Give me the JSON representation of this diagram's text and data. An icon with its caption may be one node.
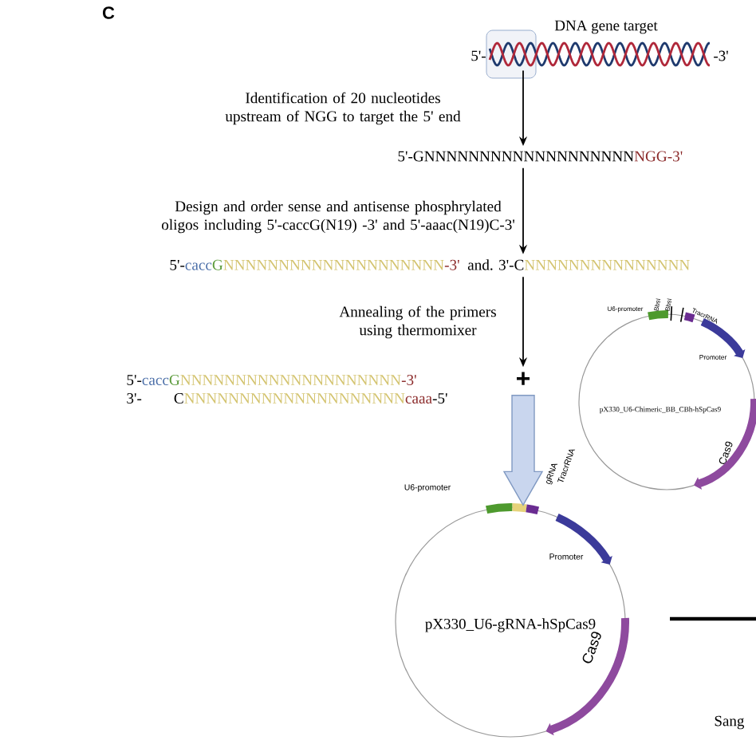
{
  "diagram": {
    "nodes": [
      {
        "text": [],
        "shape": "picture",
        "beside": [
          "DNA gene target",
          "5'-",
          "-3'"
        ]
      },
      {
        "text": [
          "5'-GNNNNNNNNNNNNNNNNNNN",
          "NGG-3'"
        ]
      },
      {
        "text": [
          "5'-",
          "cacc",
          "G",
          "NNNNNNNNNNNNNNNNNNNN",
          "-3'",
          "and. 3'-C",
          "NNNNNNNNNNNNNNN"
        ]
      },
      {
        "text": [
          "Promoter",
          "pX330_U6-Chimeric_BB_CBh-hSpCas9",
          "Cas9"
        ],
        "beside": [
          "U6-promoter",
          "BbsI",
          "BbsI",
          "TracrRNA"
        ]
      },
      {
        "text": [
          "5'-",
          "cacc",
          "G",
          "NNNNNNNNNNNNNNNNNNNN",
          "-3'",
          "3'-",
          "C",
          "NNNNNNNNNNNNNNNNNNNN",
          "caaa",
          "-5'"
        ]
      },
      {
        "text": [
          "+"
        ]
      },
      {
        "text": [
          "Promoter",
          "pX330_U6-gRNA-hSpCas9",
          "Cas9"
        ],
        "beside": [
          "U6-promoter",
          "gRNA",
          "TracrRNA"
        ]
      }
    ],
    "edges": [
      {
        "from": 0,
        "to": 1,
        "arrow": "to",
        "label": "Identification of 20 nucleotides upstream of NGG to target the 5' end"
      },
      {
        "from": 1,
        "to": 2,
        "arrow": "to",
        "label": "Design and order sense and antisense phosphrylated oligos including 5'-caccG(N19) -3' and 5'-aaac(N19)C-3'"
      },
      {
        "from": 2,
        "to": 5,
        "arrow": "to",
        "label": "Annealing of the primers using thermomixer"
      },
      {
        "from": 5,
        "to": 6,
        "arrow": "to",
        "style": "thick",
        "color": "#c9d6ee"
      }
    ],
    "labels": [
      "C",
      "Sang"
    ]
  }
}
